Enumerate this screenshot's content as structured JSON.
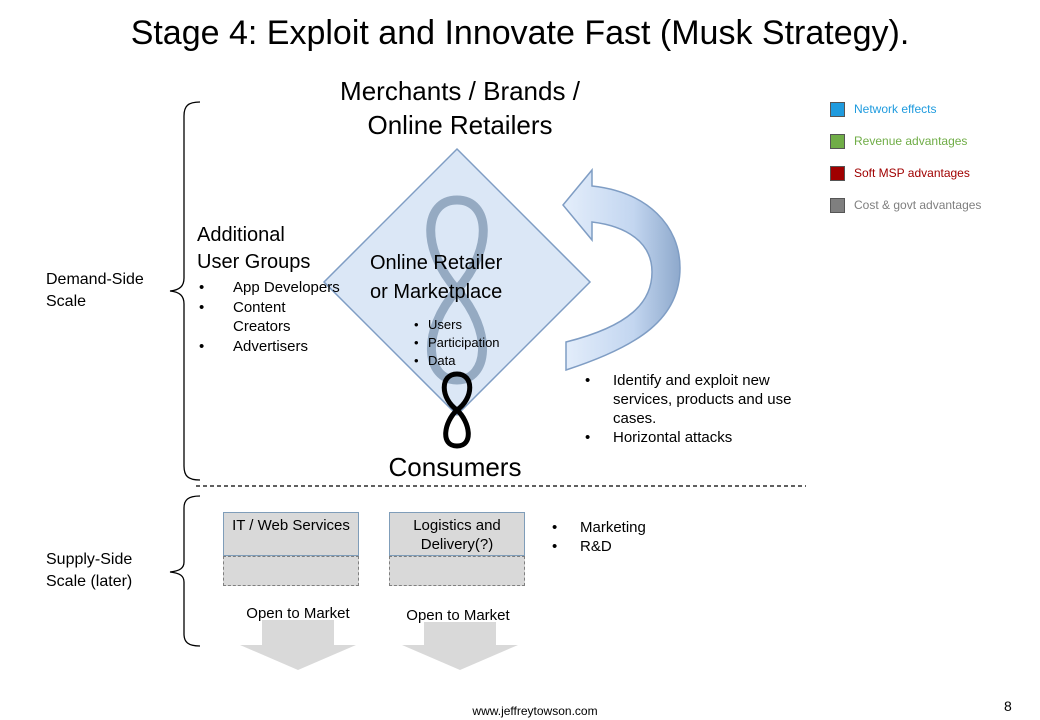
{
  "title": "Stage 4: Exploit and Innovate Fast (Musk Strategy).",
  "top_group": {
    "line1": "Merchants / Brands /",
    "line2": "Online Retailers"
  },
  "demand_side": {
    "line1": "Demand-Side",
    "line2": "Scale"
  },
  "supply_side": {
    "line1": "Supply-Side",
    "line2": "Scale (later)"
  },
  "user_groups": {
    "title_line1": "Additional",
    "title_line2": "User Groups",
    "items": [
      "App Developers",
      "Content Creators",
      "Advertisers"
    ]
  },
  "center": {
    "title_line1": "Online Retailer",
    "title_line2": "or Marketplace",
    "items": [
      "Users",
      "Participation",
      "Data"
    ]
  },
  "consumers": "Consumers",
  "right_notes": [
    "Identify and exploit new services, products and use cases.",
    "Horizontal attacks"
  ],
  "legend": [
    {
      "label": "Network effects",
      "color": "#1f9bde"
    },
    {
      "label": "Revenue  advantages",
      "color": "#70ad47"
    },
    {
      "label": "Soft MSP advantages",
      "color": "#a00000"
    },
    {
      "label": "Cost & govt  advantages",
      "color": "#7f7f7f"
    }
  ],
  "supply_boxes": [
    {
      "label": "IT / Web Services",
      "open_label": "Open to Market"
    },
    {
      "label": "Logistics and Delivery(?)",
      "open_label": "Open to Market"
    }
  ],
  "supply_notes": [
    "Marketing",
    "R&D"
  ],
  "footer": "www.jeffreytowson.com",
  "page_number": "8"
}
